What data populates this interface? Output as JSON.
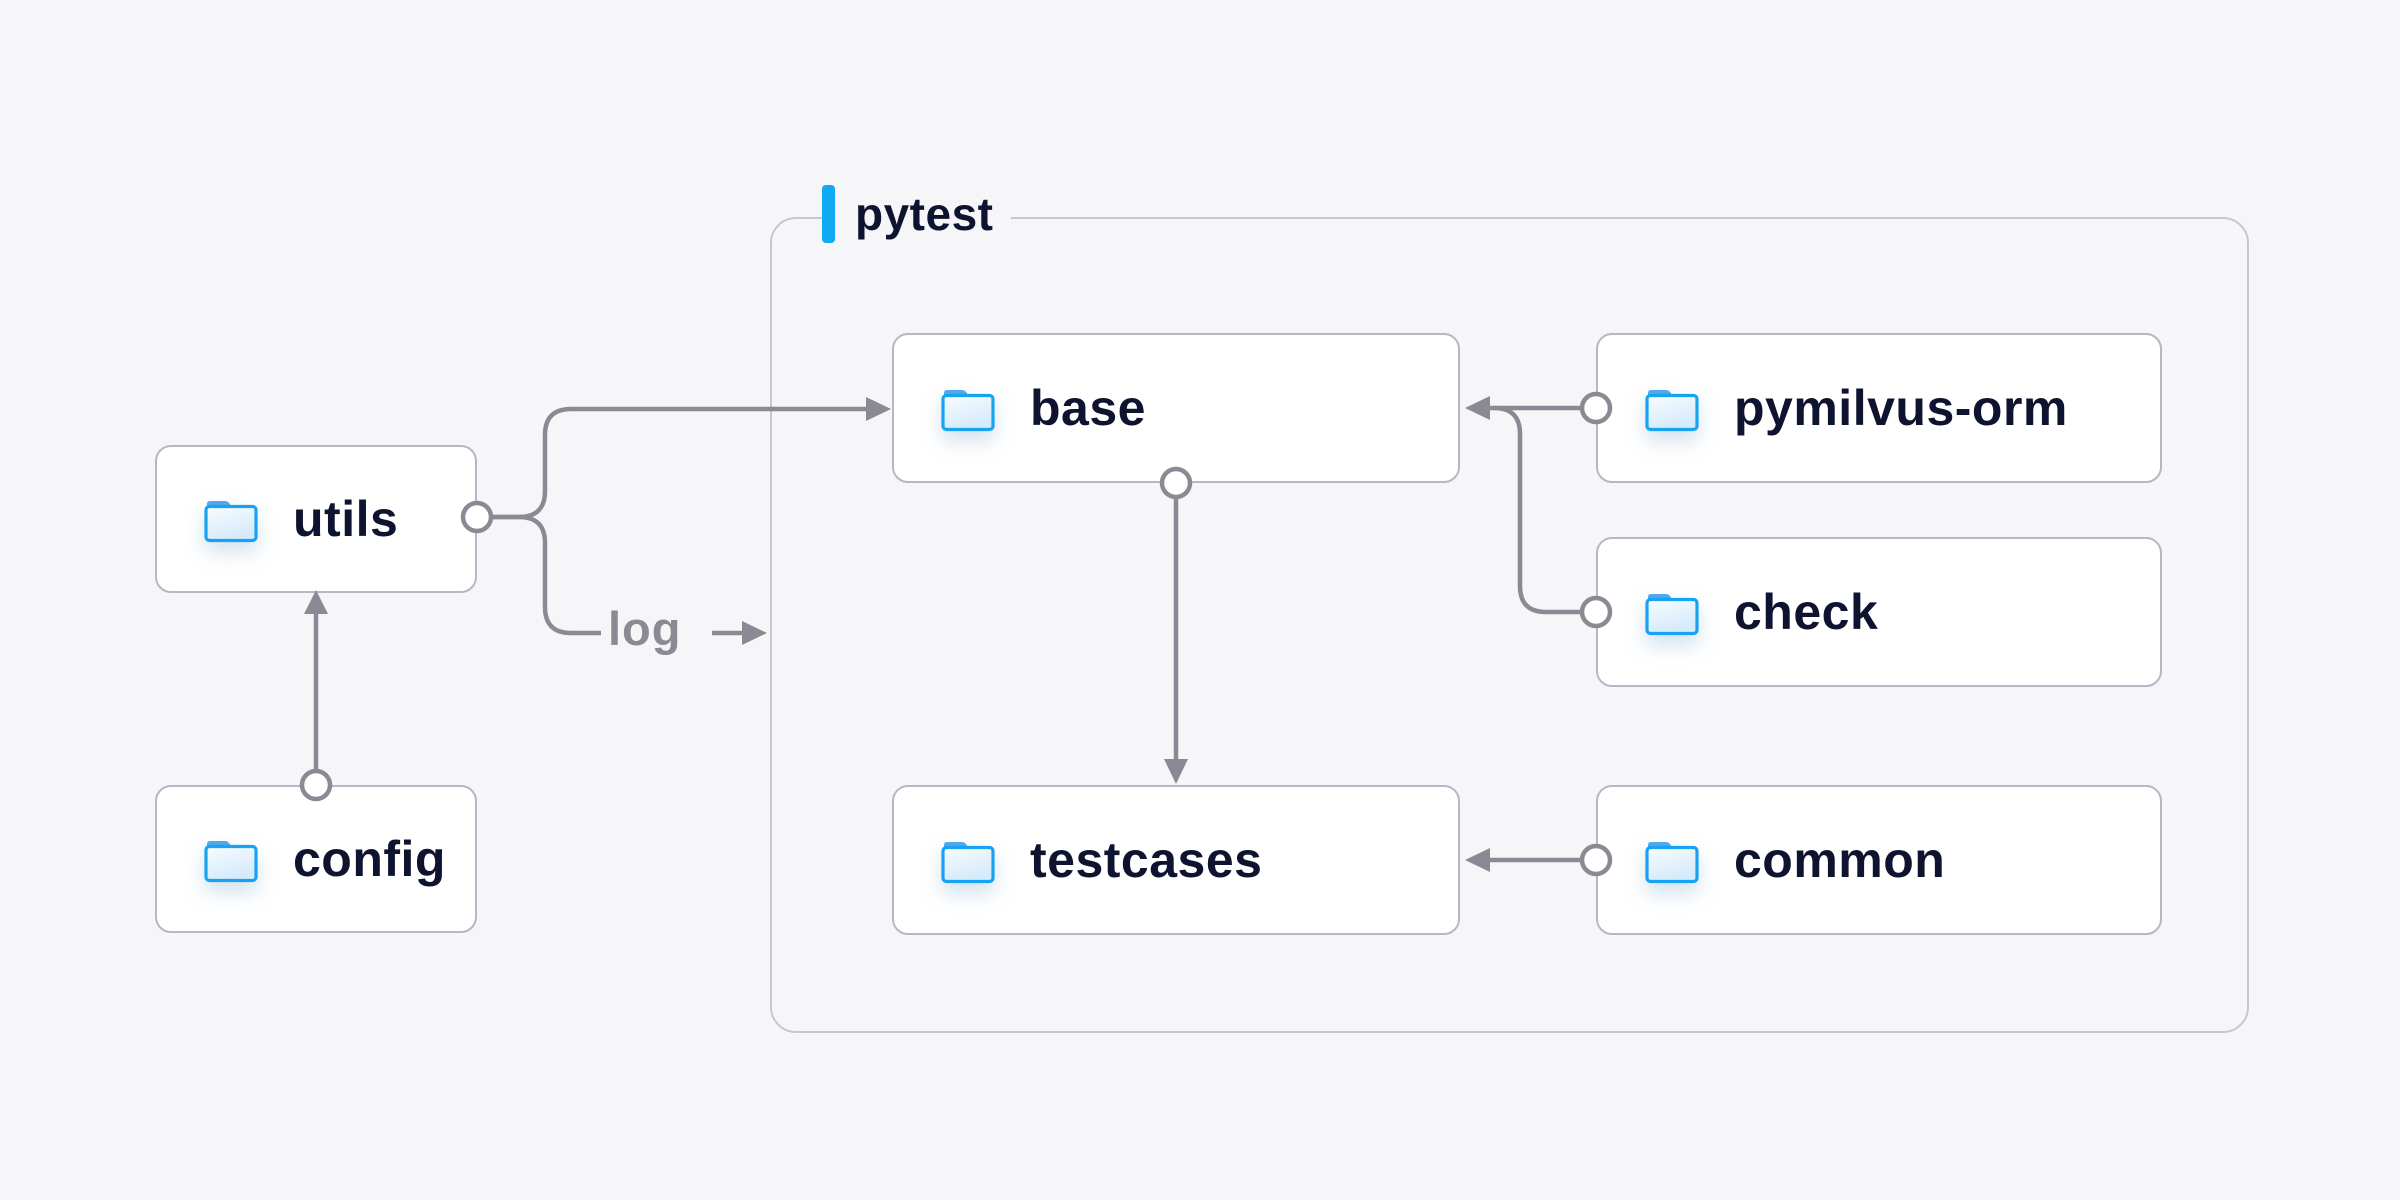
{
  "group": {
    "label": "pytest"
  },
  "nodes": {
    "utils": {
      "label": "utils",
      "icon": "folder-icon"
    },
    "config": {
      "label": "config",
      "icon": "folder-icon"
    },
    "base": {
      "label": "base",
      "icon": "folder-icon"
    },
    "pymilvus-orm": {
      "label": "pymilvus-orm",
      "icon": "folder-icon"
    },
    "check": {
      "label": "check",
      "icon": "folder-icon"
    },
    "testcases": {
      "label": "testcases",
      "icon": "folder-icon"
    },
    "common": {
      "label": "common",
      "icon": "folder-icon"
    }
  },
  "edges": [
    {
      "from": "config",
      "to": "utils",
      "type": "arrow"
    },
    {
      "from": "utils",
      "to": "base",
      "type": "arrow"
    },
    {
      "from": "utils",
      "to": "pytest-group",
      "type": "arrow",
      "label": "log"
    },
    {
      "from": "pymilvus-orm",
      "to": "base",
      "type": "arrow"
    },
    {
      "from": "check",
      "to": "base",
      "type": "arrow"
    },
    {
      "from": "base",
      "to": "testcases",
      "type": "arrow"
    },
    {
      "from": "common",
      "to": "testcases",
      "type": "arrow"
    }
  ],
  "colors": {
    "background": "#f6f6f8",
    "node_fill": "#ffffff",
    "node_border": "#b5b8c3",
    "group_border": "#c6c8d1",
    "wire_gray": "#8a8a94",
    "text_navy": "#0e1430",
    "accent_blue": "#10aaf0",
    "folder_stroke": "#17a3f1",
    "folder_tab": "#54a7e6"
  }
}
